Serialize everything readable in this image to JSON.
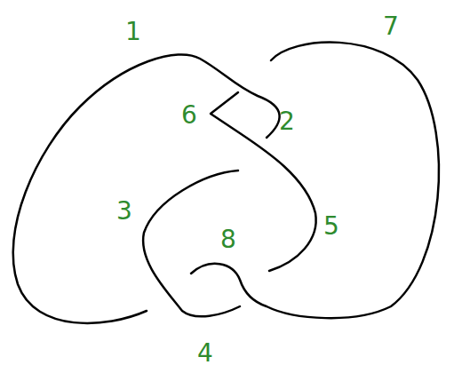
{
  "diagram": {
    "labels": [
      "1",
      "7",
      "6",
      "2",
      "3",
      "5",
      "8",
      "4"
    ]
  }
}
